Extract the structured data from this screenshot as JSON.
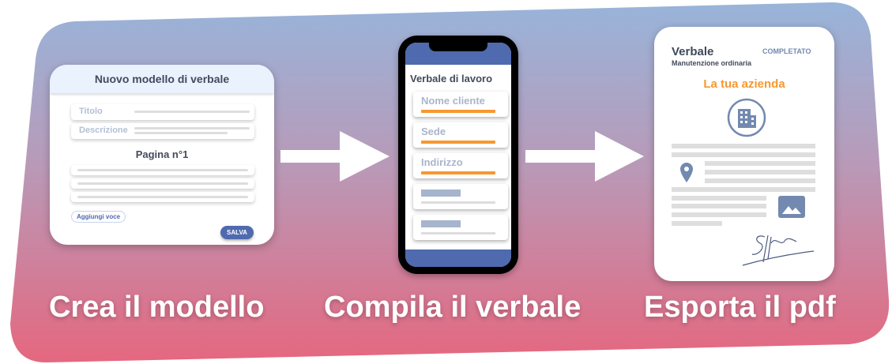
{
  "colors": {
    "gradient_top": "#98b1d8",
    "gradient_bottom": "#e46a86",
    "accent_blue": "#4f6aae",
    "orange": "#f7982f",
    "icon_blue": "#7389b0"
  },
  "template_card": {
    "title": "Nuovo modello di verbale",
    "field_title": "Titolo",
    "field_description": "Descrizione",
    "page_label": "Pagina n°1",
    "add_item_button": "Aggiungi voce",
    "save_button": "SALVA"
  },
  "phone": {
    "title": "Verbale di lavoro",
    "fields": [
      "Nome cliente",
      "Sede",
      "Indirizzo"
    ]
  },
  "pdf": {
    "title": "Verbale",
    "subtitle": "Manutenzione ordinaria",
    "status": "COMPLETATO",
    "company": "La tua azienda",
    "icons": [
      "building-icon",
      "location-pin-icon",
      "image-icon",
      "signature"
    ]
  },
  "steps": [
    "Crea il modello",
    "Compila il verbale",
    "Esporta il pdf"
  ]
}
